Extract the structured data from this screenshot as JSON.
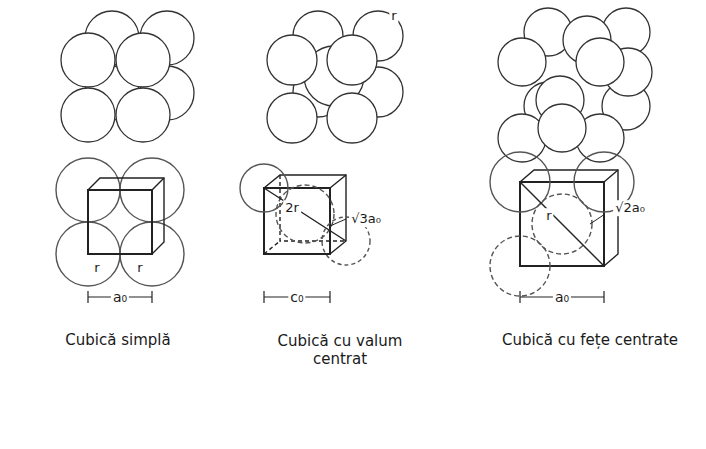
{
  "diagram": {
    "labels": [
      "r",
      "r",
      "r",
      "2r",
      "√3a₀",
      "r",
      "√2a₀",
      "a₀",
      "c₀",
      "a₀",
      "Cubică simplă",
      "Cubică cu valum centrat",
      "Cubică cu fețe centrate"
    ]
  }
}
